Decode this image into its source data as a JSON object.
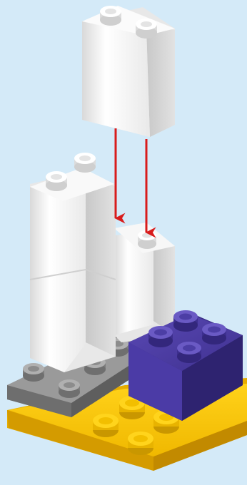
{
  "colors": {
    "background": "#d4eaf8",
    "white_brick": "#f2f2f2",
    "gray_plate": "#8f8f8f",
    "purple_brick": "#4a3aa0",
    "yellow_plate": "#f5c400",
    "arrow": "#d81c1c"
  },
  "step": {
    "moving_brick": {
      "color": "white",
      "studs": 2,
      "action": "place-down"
    },
    "arrows": 2,
    "assembly_parts": [
      "white-tall-brick",
      "white-tall-brick",
      "white-tall-brick",
      "gray-plate",
      "purple-brick-2x2",
      "yellow-plate"
    ]
  }
}
